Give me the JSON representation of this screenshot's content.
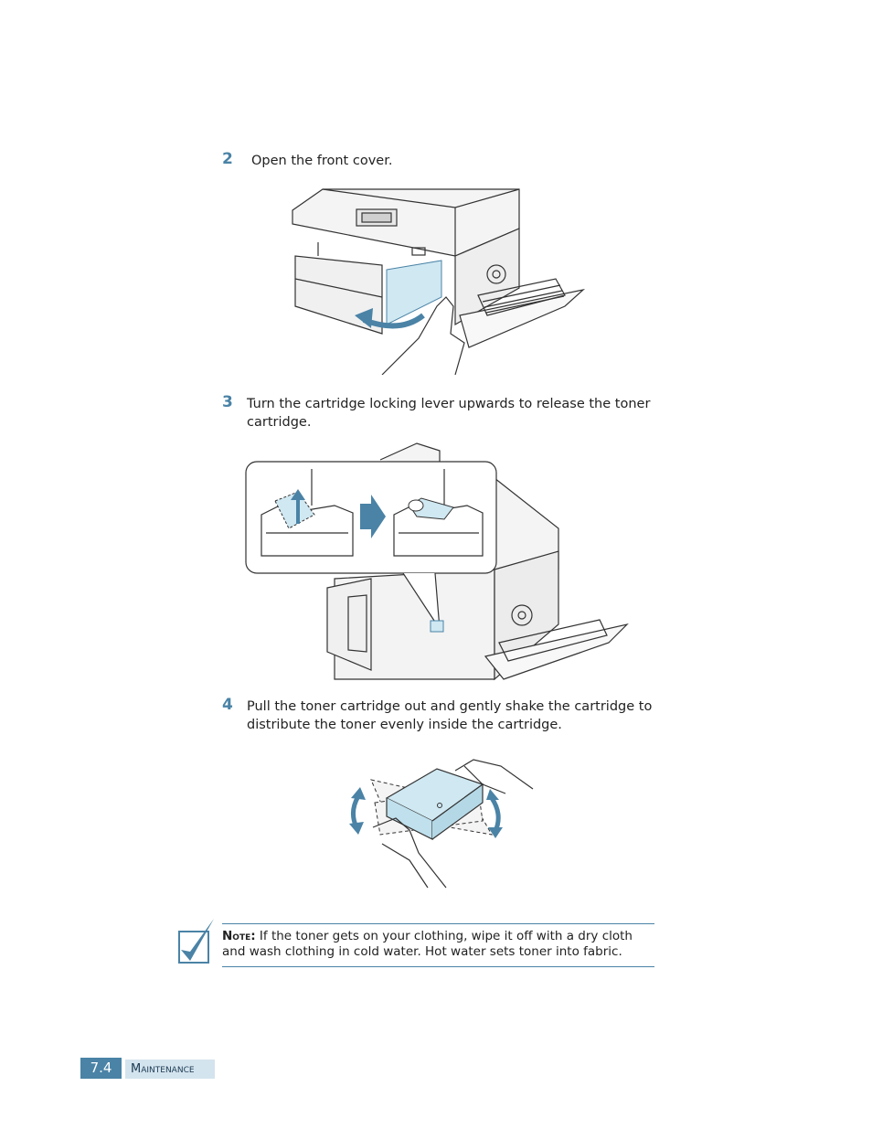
{
  "steps": [
    {
      "num": "2",
      "text": "Open the front cover."
    },
    {
      "num": "3",
      "text": "Turn the cartridge locking lever upwards to release the toner cartridge."
    },
    {
      "num": "4",
      "text": "Pull the toner cartridge out and gently shake the cartridge to distribute the toner evenly inside the cartridge."
    }
  ],
  "note": {
    "label": "Note:",
    "text": " If the toner gets on your clothing, wipe it off with a dry cloth and wash clothing in cold water. Hot water sets toner into fabric."
  },
  "footer": {
    "page_number": "7.4",
    "section": "Maintenance"
  },
  "colors": {
    "accent": "#4a83a6",
    "accent_light": "#d4e4ee",
    "highlight_fill": "#cfe8f2"
  }
}
